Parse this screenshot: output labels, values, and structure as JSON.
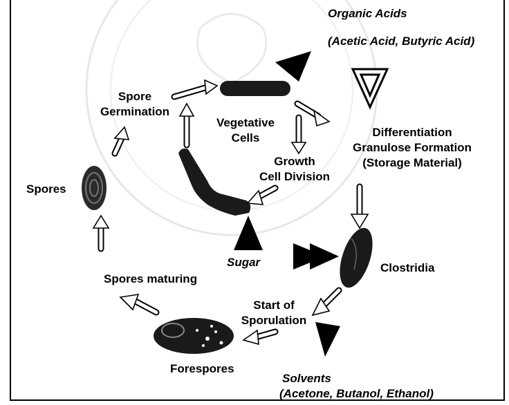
{
  "labels": {
    "organic_acids_title": "Organic Acids",
    "organic_acids_detail": "(Acetic Acid, Butyric Acid)",
    "spore_germination_1": "Spore",
    "spore_germination_2": "Germination",
    "vegetative_cells_1": "Vegetative",
    "vegetative_cells_2": "Cells",
    "growth_1": "Growth",
    "growth_2": "Cell Division",
    "differentiation_1": "Differentiation",
    "differentiation_2": "Granulose Formation",
    "differentiation_3": "(Storage Material)",
    "spores": "Spores",
    "sugar": "Sugar",
    "clostridia": "Clostridia",
    "spores_maturing": "Spores maturing",
    "start_sporulation_1": "Start of",
    "start_sporulation_2": "Sporulation",
    "forespores": "Forespores",
    "solvents_title": "Solvents",
    "solvents_detail": "(Acetone, Butanol, Ethanol)"
  },
  "colors": {
    "ink": "#000000",
    "cell_fill": "#1a1a1a",
    "arrow_fill": "#ffffff",
    "watermark": "#d9d9d9"
  }
}
